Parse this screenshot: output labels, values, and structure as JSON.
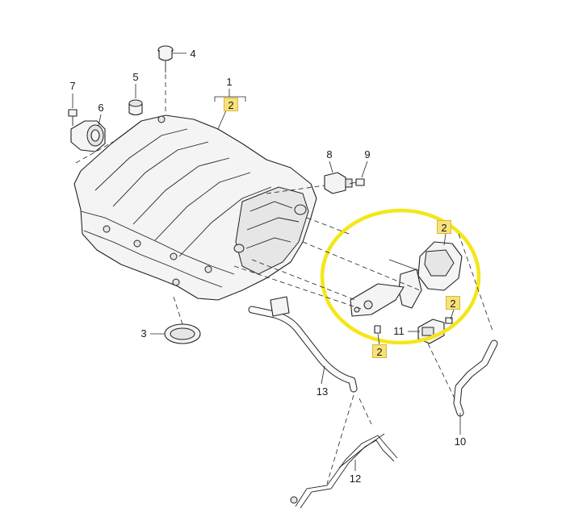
{
  "colors": {
    "highlight_ring": "#f5e61a",
    "callout_highlight": "#f7e27a"
  },
  "callouts": {
    "c1": "1",
    "c2_top": "2",
    "c2_sensor": "2",
    "c2_right": "2",
    "c2_bottom": "2",
    "c3": "3",
    "c4": "4",
    "c5": "5",
    "c6": "6",
    "c7": "7",
    "c8": "8",
    "c9": "9",
    "c10": "10",
    "c11": "11",
    "c12": "12",
    "c13": "13"
  }
}
